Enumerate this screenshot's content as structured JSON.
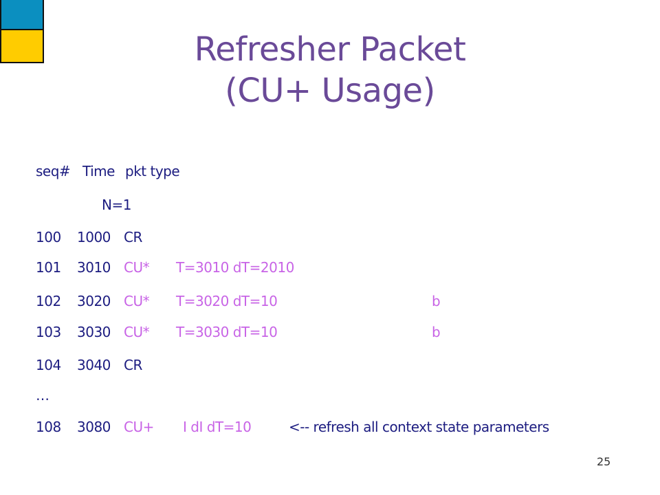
{
  "colors": {
    "title": "#6a4a98",
    "text": "#1c1c80",
    "accent": "#c864e6",
    "square_top": "#0b8fc0",
    "square_bottom": "#ffcc00",
    "page_number": "#333333"
  },
  "title": {
    "line1": "Refresher Packet",
    "line2": "(CU+ Usage)"
  },
  "header": {
    "seq": "seq#",
    "time": "Time",
    "type": "pkt type"
  },
  "n_line": "N=1",
  "rows": [
    {
      "seq": "100",
      "time": "1000",
      "type": "CR",
      "params": "",
      "flag": ""
    },
    {
      "seq": "101",
      "time": "3010",
      "type": "CU*",
      "params": "T=3010 dT=2010",
      "flag": ""
    },
    {
      "seq": "102",
      "time": "3020",
      "type": "CU*",
      "params": "T=3020 dT=10",
      "flag": "b"
    },
    {
      "seq": "103",
      "time": "3030",
      "type": "CU*",
      "params": "T=3030 dT=10",
      "flag": "b"
    },
    {
      "seq": "104",
      "time": "3040",
      "type": "CR",
      "params": "",
      "flag": ""
    }
  ],
  "ellipsis": "…",
  "last_row": {
    "seq": "108",
    "time": "3080",
    "type": "CU+",
    "params": "I dI dT=10",
    "comment": "<-- refresh all context state parameters"
  },
  "page_number": "25"
}
